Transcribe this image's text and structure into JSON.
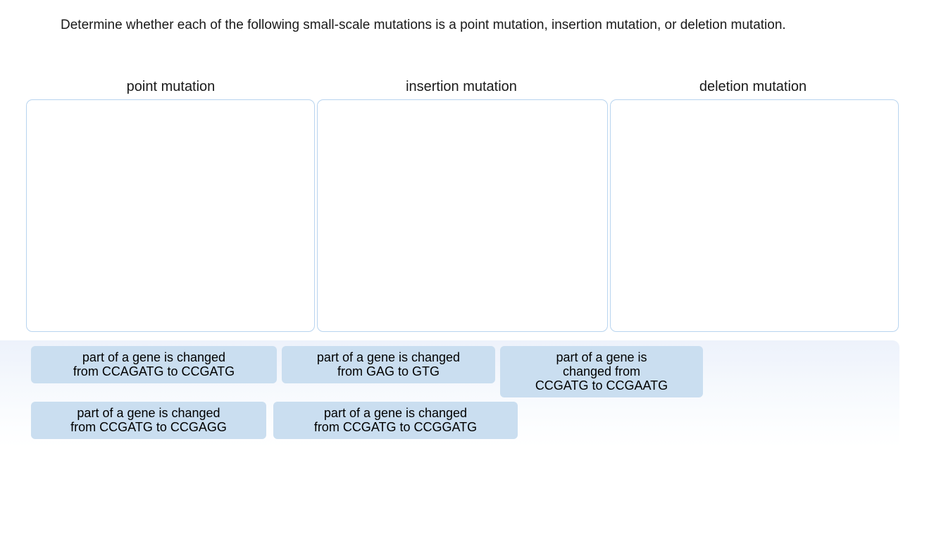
{
  "prompt": {
    "text": "Determine whether each of the following small-scale mutations is a point mutation, insertion mutation, or deletion mutation."
  },
  "categories": [
    {
      "label": "point mutation",
      "dropzone_content": ""
    },
    {
      "label": "insertion mutation",
      "dropzone_content": ""
    },
    {
      "label": "deletion mutation",
      "dropzone_content": ""
    }
  ],
  "answer_bank": {
    "rows": [
      [
        {
          "text": "part of a gene is changed\nfrom CCAGATG to CCGATG"
        },
        {
          "text": "part of a gene is changed\nfrom GAG to GTG"
        },
        {
          "text": "part of a gene is\nchanged from\nCCGATG to CCGAATG"
        }
      ],
      [
        {
          "text": "part of a gene is changed\nfrom CCGATG to CCGAGG"
        },
        {
          "text": "part of a gene is changed\nfrom CCGATG to CCGGATG"
        }
      ]
    ]
  },
  "colors": {
    "tile_fill": "#cadef0",
    "dropzone_border": "#b8d4ef",
    "bank_top": "#edf2fb",
    "text": "#000000"
  }
}
